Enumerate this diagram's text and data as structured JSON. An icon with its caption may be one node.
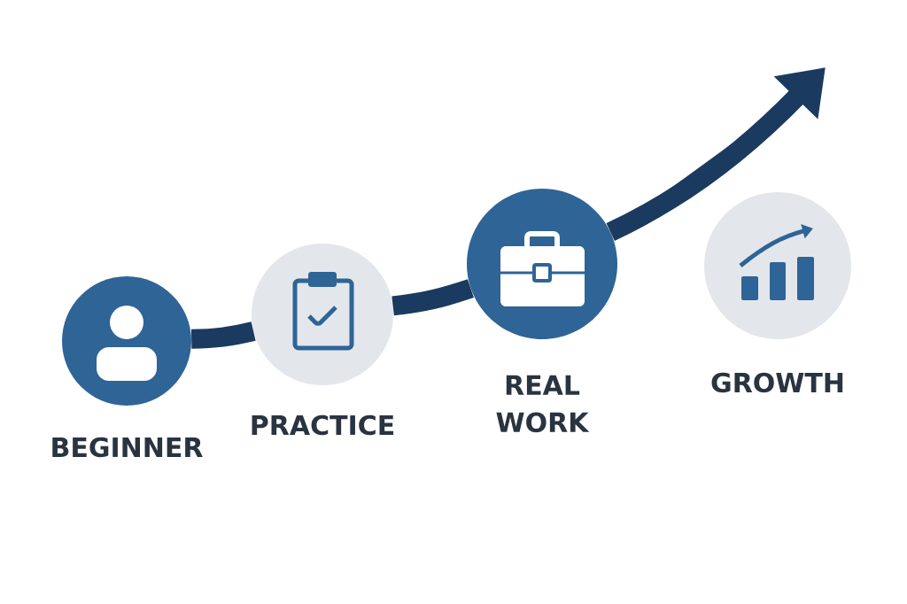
{
  "diagram": {
    "nodes": [
      {
        "text": [
          "BEGINNER"
        ]
      },
      {
        "text": [
          "PRACTICE"
        ]
      },
      {
        "text": [
          "REAL WORK"
        ]
      },
      {
        "text": [
          "GROWTH"
        ]
      }
    ],
    "edges": [
      {
        "from": 0,
        "to": 1,
        "arrow": "none"
      },
      {
        "from": 1,
        "to": 2,
        "arrow": "none"
      },
      {
        "from": 2,
        "to": null,
        "arrow": "to"
      }
    ]
  }
}
